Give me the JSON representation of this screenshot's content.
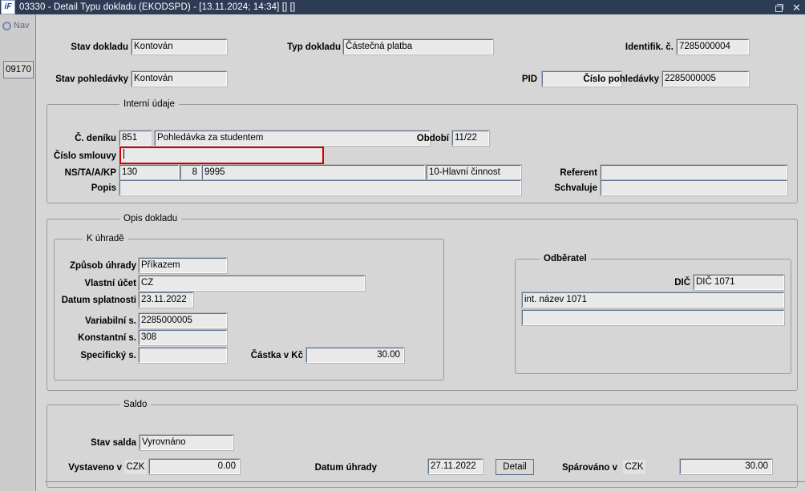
{
  "window": {
    "title": "03330 - Detail Typu dokladu (EKODSPD) - [13.11.2024; 14:34] [] []",
    "logo_text": "iF",
    "restore_icon": "restore-icon",
    "close_icon": "close-icon",
    "close_glyph": "✕"
  },
  "nav": {
    "label": "Nav",
    "code": "09170"
  },
  "header": {
    "stav_dokladu_label": "Stav dokladu",
    "stav_dokladu_value": "Kontován",
    "typ_dokladu_label": "Typ dokladu",
    "typ_dokladu_value": "Částečná platba",
    "identifik_label": "Identifik. č.",
    "identifik_value": "7285000004",
    "stav_pohledavky_label": "Stav pohledávky",
    "stav_pohledavky_value": "Kontován",
    "pid_label": "PID",
    "pid_value": "",
    "cislo_pohledavky_label": "Číslo pohledávky",
    "cislo_pohledavky_value": "2285000005"
  },
  "interni_udaje": {
    "title": "Interní údaje",
    "c_deniku_label": "Č. deníku",
    "c_deniku_value": "851",
    "c_deniku_text": "Pohledávka za studentem",
    "obdobi_label": "Období",
    "obdobi_value": "11/22",
    "cislo_smlouvy_label": "Číslo smlouvy",
    "cislo_smlouvy_value": "",
    "ns_label": "NS/TA/A/KP",
    "ns_value": "130",
    "ta_value": "8",
    "a_value": "9995",
    "kp_value": "10-Hlavní činnost",
    "referent_label": "Referent",
    "referent_value": "",
    "popis_label": "Popis",
    "popis_value": "",
    "schvaluje_label": "Schvaluje",
    "schvaluje_value": ""
  },
  "opis_dokladu": {
    "title": "Opis dokladu",
    "k_uhrade": {
      "title": "K úhradě",
      "zpusob_uhrady_label": "Způsob úhrady",
      "zpusob_uhrady_value": "Příkazem",
      "vlastni_ucet_label": "Vlastní účet",
      "vlastni_ucet_value": "CZ",
      "datum_splatnosti_label": "Datum splatnosti",
      "datum_splatnosti_value": "23.11.2022",
      "variabilni_label": "Variabilní s.",
      "variabilni_value": "2285000005",
      "konstantni_label": "Konstantní s.",
      "konstantni_value": "308",
      "specificky_label": "Specifický s.",
      "specificky_value": "",
      "castka_label": "Částka v Kč",
      "castka_value": "30.00"
    },
    "odberatel": {
      "title": "Odběratel",
      "dic_label": "DIČ",
      "dic_value": "DIČ 1071",
      "nazev_value": "int. název 1071",
      "nazev2_value": ""
    }
  },
  "saldo": {
    "title": "Saldo",
    "stav_salda_label": "Stav salda",
    "stav_salda_value": "Vyrovnáno",
    "vystaveno_label": "Vystaveno v",
    "vystaveno_currency": "CZK",
    "vystaveno_value": "0.00",
    "datum_uhrady_label": "Datum úhrady",
    "datum_uhrady_value": "27.11.2022",
    "detail_button": "Detail",
    "sparovano_label": "Spárováno v",
    "sparovano_currency": "CZK",
    "sparovano_value": "30.00"
  },
  "colors": {
    "titlebar": "#2d3c55",
    "background": "#d6d6d6",
    "field_bg": "#e9e9e9",
    "focus_border": "#d00000",
    "field_border": "#5d7390"
  }
}
